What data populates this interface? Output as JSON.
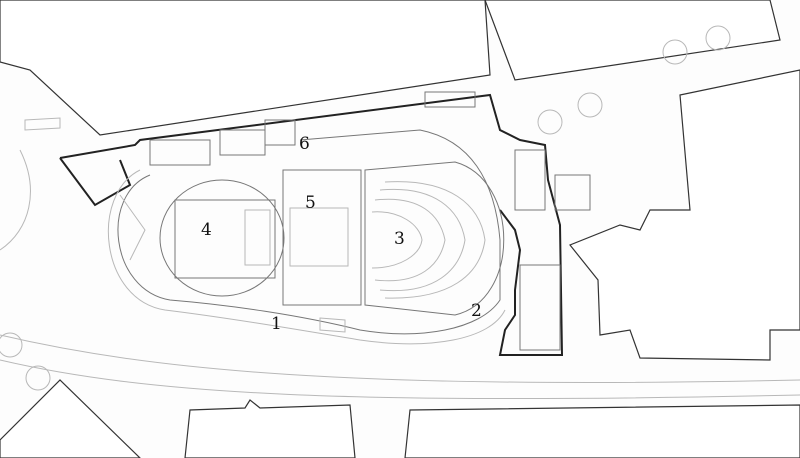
{
  "plan": {
    "labels": [
      {
        "id": "1",
        "text": "1"
      },
      {
        "id": "2",
        "text": "2"
      },
      {
        "id": "3",
        "text": "3"
      },
      {
        "id": "4",
        "text": "4"
      },
      {
        "id": "5",
        "text": "5"
      },
      {
        "id": "6",
        "text": "6"
      }
    ]
  }
}
